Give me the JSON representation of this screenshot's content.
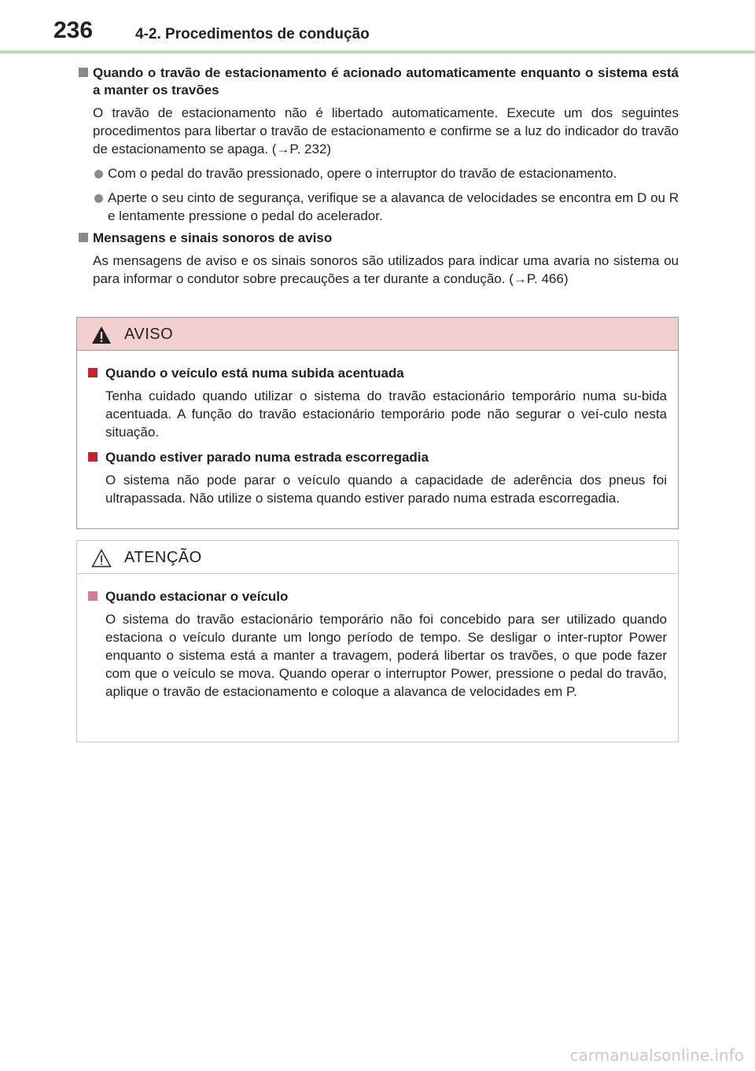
{
  "header": {
    "page_number": "236",
    "section_title": "4-2. Procedimentos de condução"
  },
  "sections": [
    {
      "heading": "Quando o travão de estacionamento é acionado automaticamente enquanto o sistema está a manter os travões",
      "paragraph": "O travão de estacionamento não é libertado automaticamente. Execute um dos seguintes procedimentos para libertar o travão de estacionamento e confirme se a luz do indicador do travão de estacionamento se apaga. (→P. 232)",
      "bullets": [
        "Com o pedal do travão pressionado, opere o interruptor do travão de estacionamento.",
        "Aperte o seu cinto de segurança, verifique se a alavanca de velocidades se encontra em D ou R e lentamente pressione o pedal do acelerador."
      ]
    },
    {
      "heading": "Mensagens e sinais sonoros de aviso",
      "paragraph": "As mensagens de aviso e os sinais sonoros são utilizados para indicar uma avaria no sistema ou para informar o condutor sobre precauções a ter durante a condução. (→P. 466)"
    }
  ],
  "warning_box": {
    "label": "AVISO",
    "header_color": "#f2d0d0",
    "marker_color": "#c0272d",
    "items": [
      {
        "heading": "Quando o veículo está numa subida acentuada",
        "text": "Tenha cuidado quando utilizar o sistema do travão estacionário temporário numa su-bida acentuada. A função do travão estacionário temporário pode não segurar o veí-culo nesta situação."
      },
      {
        "heading": "Quando estiver parado numa estrada escorregadia",
        "text": "O sistema não pode parar o veículo quando a capacidade de aderência dos pneus foi ultrapassada. Não utilize o sistema quando estiver parado numa estrada escorregadia."
      }
    ]
  },
  "notice_box": {
    "label": "ATENÇÃO",
    "marker_color": "#d77a9c",
    "items": [
      {
        "heading": "Quando estacionar o veículo",
        "text": "O sistema do travão estacionário temporário não foi concebido para ser utilizado quando estaciona o veículo durante um longo período de tempo. Se desligar o inter-ruptor Power enquanto o sistema está a manter a travagem, poderá libertar os travões, o que pode fazer com que o veículo se mova. Quando operar o interruptor Power, pressione o pedal do travão, aplique o travão de estacionamento e coloque a alavanca de velocidades em P."
      }
    ]
  },
  "watermark": "carmanualsonline.info"
}
